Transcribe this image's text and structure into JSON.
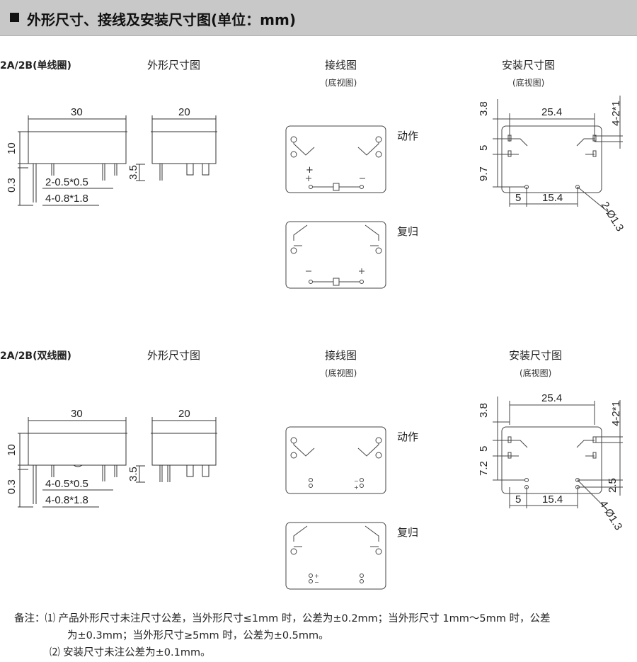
{
  "header": {
    "title": "外形尺寸、接线及安装尺寸图(单位：mm)"
  },
  "sections": [
    {
      "model": "2A/2B(单线圈)",
      "outline_title": "外形尺寸图",
      "wiring_title": "接线图",
      "wiring_sub": "(底视图)",
      "mount_title": "安装尺寸图",
      "mount_sub": "(底视图)",
      "dims": {
        "length": "30",
        "width": "20",
        "height": "10",
        "pin_offset": "0.3",
        "pin_length": "3.5",
        "pin_a": "2-0.5*0.5",
        "pin_b": "4-0.8*1.8"
      },
      "mount": {
        "top": "3.8",
        "span": "25.4",
        "pitch": "5",
        "lower": "9.7",
        "left": "5",
        "mid": "15.4",
        "hole": "4-2*1",
        "round": "2-Ø1.3"
      },
      "states": {
        "operate": "动作",
        "reset": "复归"
      },
      "polarity": {
        "plus": "+",
        "minus": "−"
      }
    },
    {
      "model": "2A/2B(双线圈)",
      "outline_title": "外形尺寸图",
      "wiring_title": "接线图",
      "wiring_sub": "(底视图)",
      "mount_title": "安装尺寸图",
      "mount_sub": "(底视图)",
      "dims": {
        "length": "30",
        "width": "20",
        "height": "10",
        "pin_offset": "0.3",
        "pin_length": "3.5",
        "pin_a": "4-0.5*0.5",
        "pin_b": "4-0.8*1.8"
      },
      "mount": {
        "top": "3.8",
        "span": "25.4",
        "pitch": "5",
        "lower": "7.2",
        "left": "5",
        "mid": "15.4",
        "side": "2.5",
        "hole": "4-2*1",
        "round": "4-Ø1.3"
      },
      "states": {
        "operate": "动作",
        "reset": "复归"
      },
      "polarity": {
        "plus": "+",
        "minus": "−"
      }
    }
  ],
  "notes": {
    "label": "备注：",
    "n1_marker": "⑴",
    "n1_line1": "产品外形尺寸未注尺寸公差，当外形尺寸≤1mm 时，公差为±0.2mm；当外形尺寸 1mm～5mm 时，公差",
    "n1_line2": "为±0.3mm；当外形尺寸≥5mm 时，公差为±0.5mm。",
    "n2_marker": "⑵",
    "n2_line": "安装尺寸未注公差为±0.1mm。"
  }
}
